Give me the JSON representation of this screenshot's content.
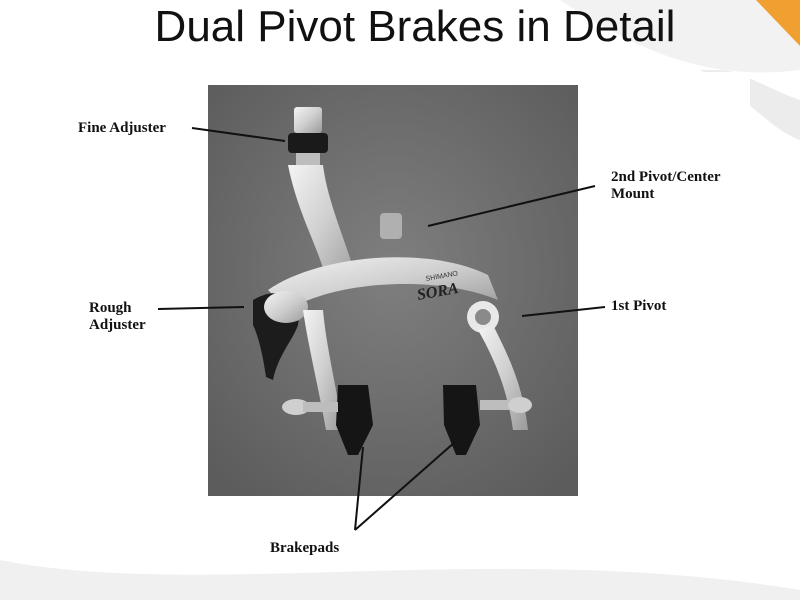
{
  "slide": {
    "title": "Dual Pivot Brakes in Detail"
  },
  "labels": {
    "fine_adjuster": "Fine Adjuster",
    "center_mount_line1": "2nd Pivot/Center",
    "center_mount_line2": "Mount",
    "rough_line1": "Rough",
    "rough_line2": "Adjuster",
    "first_pivot": "1st Pivot",
    "brakepads": "Brakepads"
  },
  "photo": {
    "brand_text": "SORA",
    "maker_text": "SHIMANO"
  },
  "colors": {
    "accent": "#f0a030",
    "photo_bg": "#6e6e6e",
    "metal": "#d8d8d8"
  }
}
